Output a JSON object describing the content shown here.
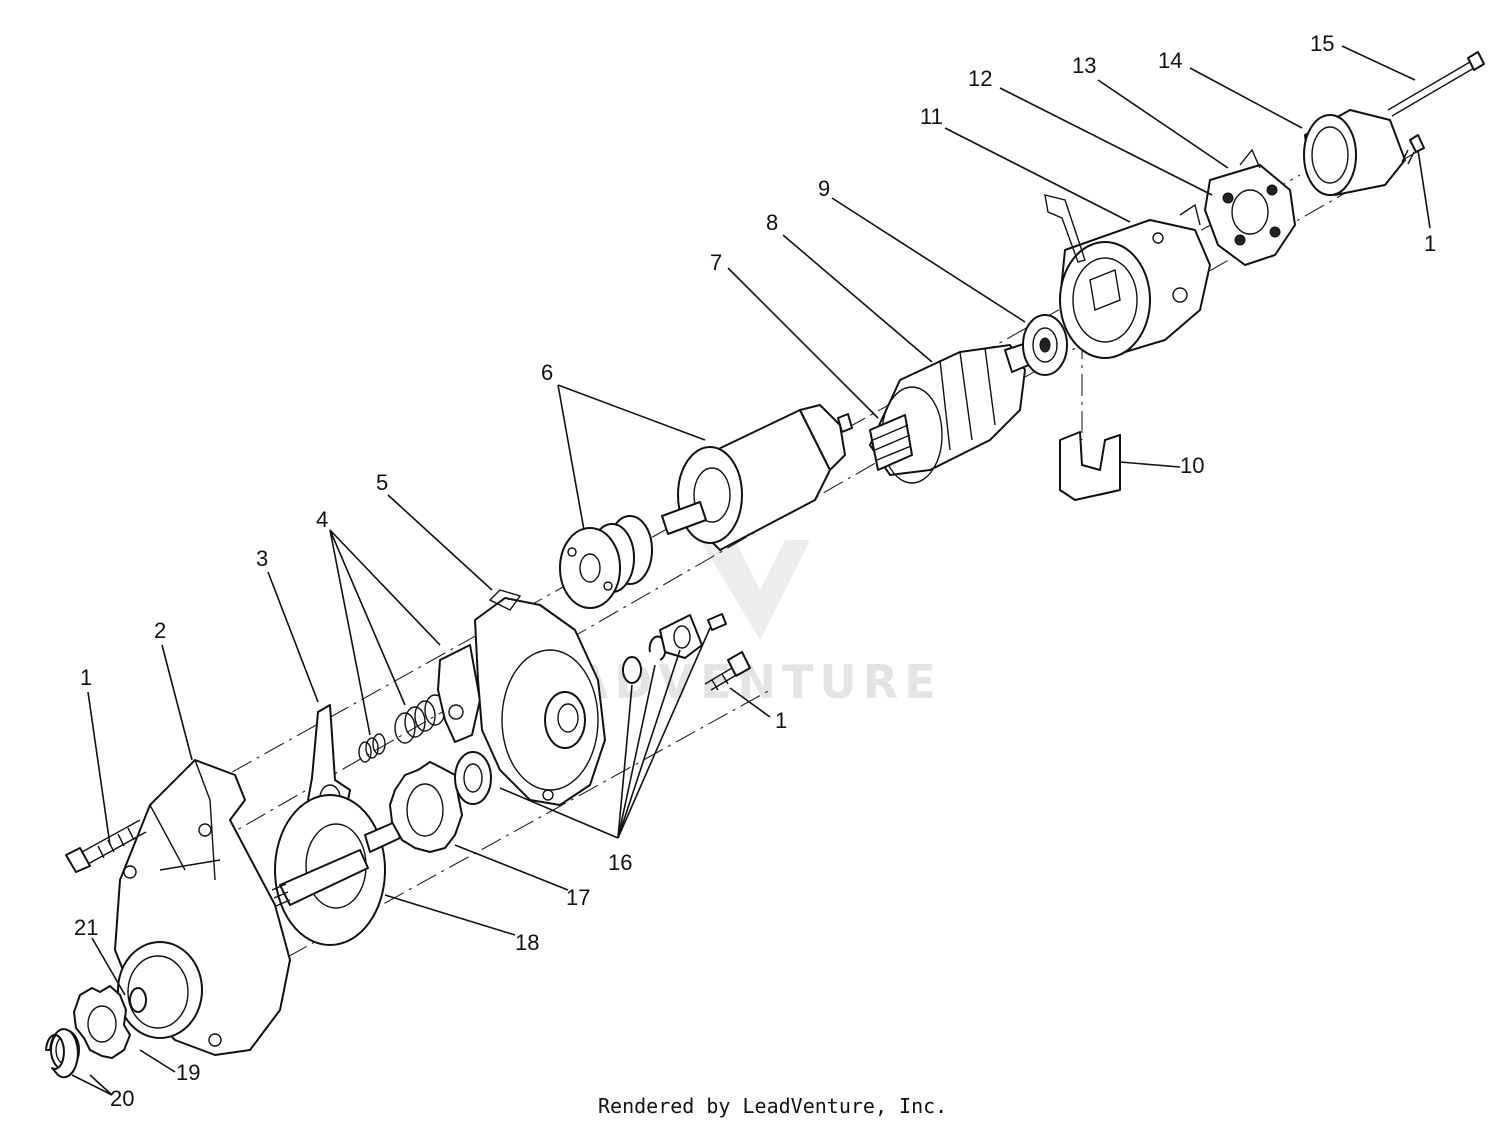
{
  "diagram": {
    "callouts": [
      {
        "id": "c1a",
        "text": "1"
      },
      {
        "id": "c2",
        "text": "2"
      },
      {
        "id": "c3",
        "text": "3"
      },
      {
        "id": "c4",
        "text": "4"
      },
      {
        "id": "c5",
        "text": "5"
      },
      {
        "id": "c6",
        "text": "6"
      },
      {
        "id": "c7",
        "text": "7"
      },
      {
        "id": "c8",
        "text": "8"
      },
      {
        "id": "c9",
        "text": "9"
      },
      {
        "id": "c10",
        "text": "10"
      },
      {
        "id": "c11",
        "text": "11"
      },
      {
        "id": "c12",
        "text": "12"
      },
      {
        "id": "c13",
        "text": "13"
      },
      {
        "id": "c14",
        "text": "14"
      },
      {
        "id": "c15",
        "text": "15"
      },
      {
        "id": "c1b",
        "text": "1"
      },
      {
        "id": "c1c",
        "text": "1"
      },
      {
        "id": "c16",
        "text": "16"
      },
      {
        "id": "c17",
        "text": "17"
      },
      {
        "id": "c18",
        "text": "18"
      },
      {
        "id": "c19",
        "text": "19"
      },
      {
        "id": "c20",
        "text": "20"
      },
      {
        "id": "c21",
        "text": "21"
      }
    ],
    "credit": "Rendered by LeadVenture, Inc.",
    "watermark": "LEADVENTURE"
  }
}
